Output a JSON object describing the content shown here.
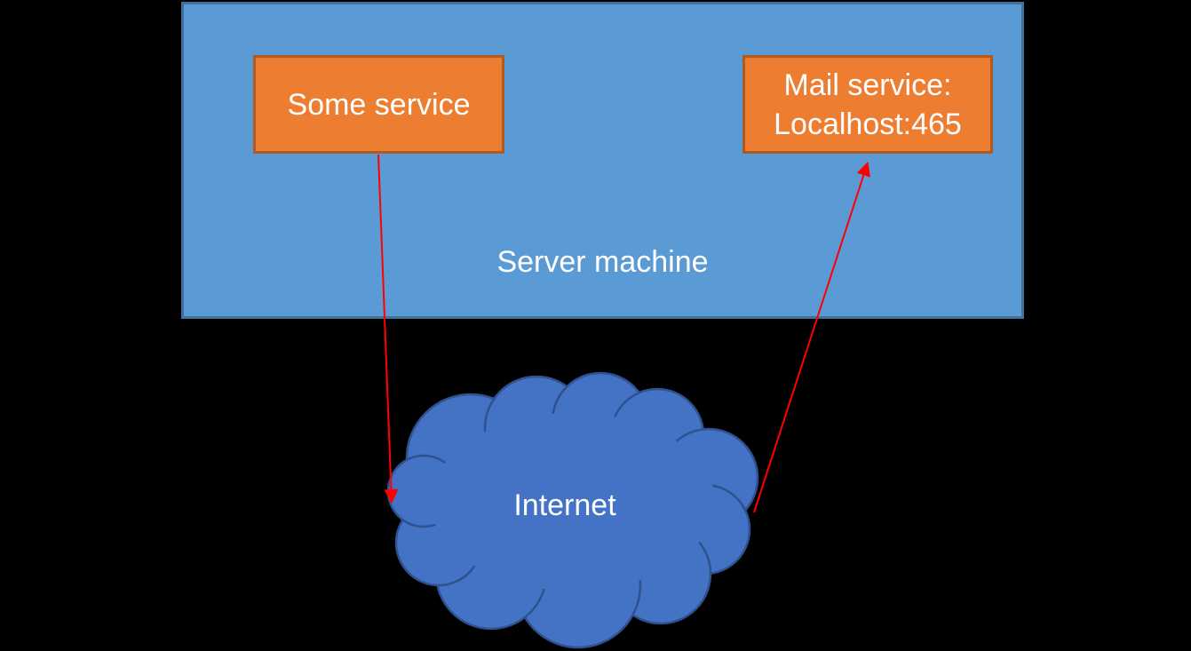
{
  "colors": {
    "page-bg": "#000000",
    "server-fill": "#5B9BD5",
    "server-border": "#41719C",
    "service-fill": "#ED7D31",
    "service-border": "#AE5A21",
    "cloud-fill": "#4472C4",
    "cloud-border": "#2F528F",
    "arrow": "#FF0000",
    "label-text": "#FFFFFF"
  },
  "server": {
    "label": "Server machine"
  },
  "nodes": {
    "some_service": {
      "label": "Some service"
    },
    "mail_service": {
      "lines": [
        "Mail service:",
        "Localhost:465"
      ]
    }
  },
  "cloud": {
    "label": "Internet"
  },
  "connections": [
    {
      "from": "Some service",
      "to": "Internet",
      "style": "red-arrow"
    },
    {
      "from": "Internet",
      "to": "Mail service: Localhost:465",
      "style": "red-arrow"
    }
  ]
}
